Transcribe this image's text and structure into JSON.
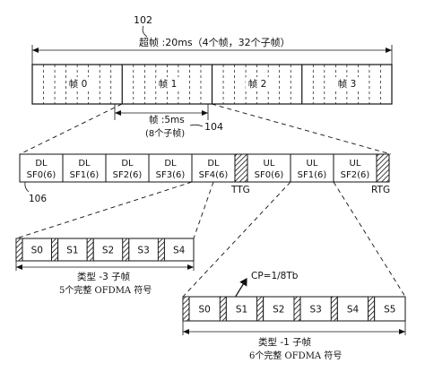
{
  "top": {
    "ref": "102",
    "label": "超帧 :20ms（4个帧，32个子帧）",
    "frames": [
      "帧 0",
      "帧 1",
      "帧 2",
      "帧 3"
    ]
  },
  "frame_detail": {
    "label_line1": "帧 :5ms",
    "label_line2": "(8个子帧)",
    "ref": "104"
  },
  "subframes": {
    "ref": "106",
    "dl": [
      {
        "line1": "DL",
        "line2": "SF0(6)"
      },
      {
        "line1": "DL",
        "line2": "SF1(6)"
      },
      {
        "line1": "DL",
        "line2": "SF2(6)"
      },
      {
        "line1": "DL",
        "line2": "SF3(6)"
      },
      {
        "line1": "DL",
        "line2": "SF4(6)"
      }
    ],
    "ul": [
      {
        "line1": "UL",
        "line2": "SF0(6)"
      },
      {
        "line1": "UL",
        "line2": "SF1(6)"
      },
      {
        "line1": "UL",
        "line2": "SF2(6)"
      }
    ],
    "ttg": "TTG",
    "rtg": "RTG"
  },
  "type3": {
    "symbols": [
      "S0",
      "S1",
      "S2",
      "S3",
      "S4"
    ],
    "caption_line1": "类型 -3 子帧",
    "caption_line2": "5个完整 OFDMA 符号"
  },
  "type1": {
    "cp_label": "CP=1/8Tb",
    "symbols": [
      "S0",
      "S1",
      "S2",
      "S3",
      "S4",
      "S5"
    ],
    "caption_line1": "类型 -1 子帧",
    "caption_line2": "6个完整 OFDMA 符号"
  }
}
